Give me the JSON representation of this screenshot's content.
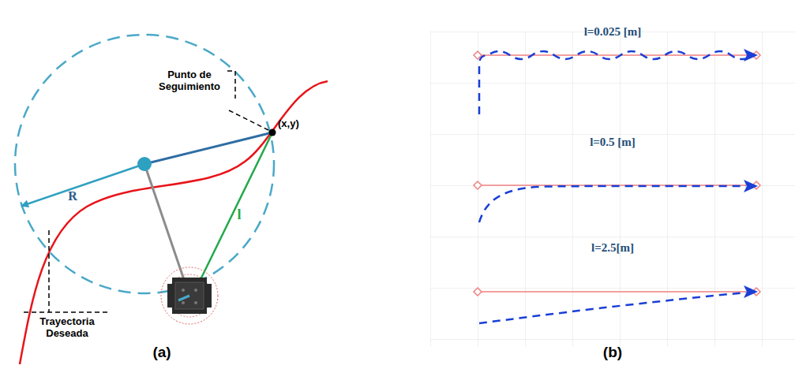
{
  "diagram": {
    "labels": [
      "Punto de Seguimiento",
      "(x,y)",
      "R",
      "l",
      "Trayectoria Deseada",
      "(a)",
      "l=0.025 [m]",
      "l=0.5 [m]",
      "l=2.5[m]",
      "(b)"
    ]
  }
}
